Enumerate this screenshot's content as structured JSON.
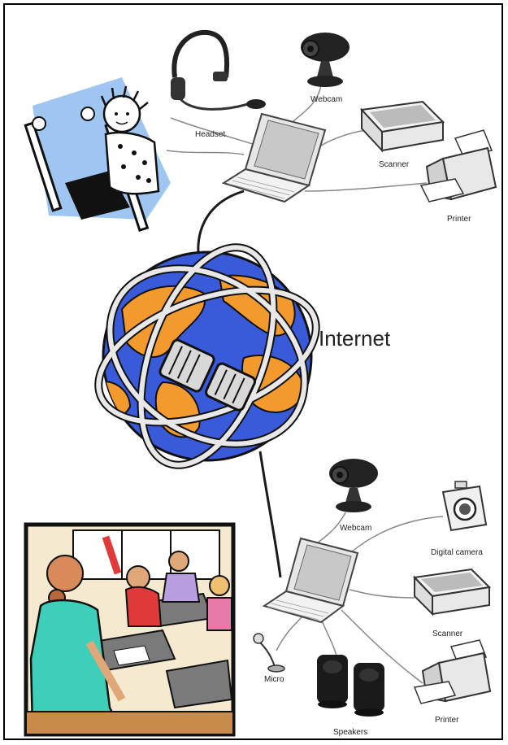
{
  "diagram": {
    "center_label": "Internet",
    "top_station": {
      "headset": "Headset",
      "webcam": "Webcam",
      "scanner": "Scanner",
      "printer": "Printer"
    },
    "bottom_station": {
      "webcam": "Webcam",
      "digital_camera": "Digital camera",
      "scanner": "Scanner",
      "printer": "Printer",
      "micro": "Micro",
      "speakers": "Speakers"
    }
  },
  "colors": {
    "ocean": "#3a5bd9",
    "land": "#f29a2e",
    "cable": "#1a1a1a",
    "device_gray": "#d8d8d8"
  }
}
